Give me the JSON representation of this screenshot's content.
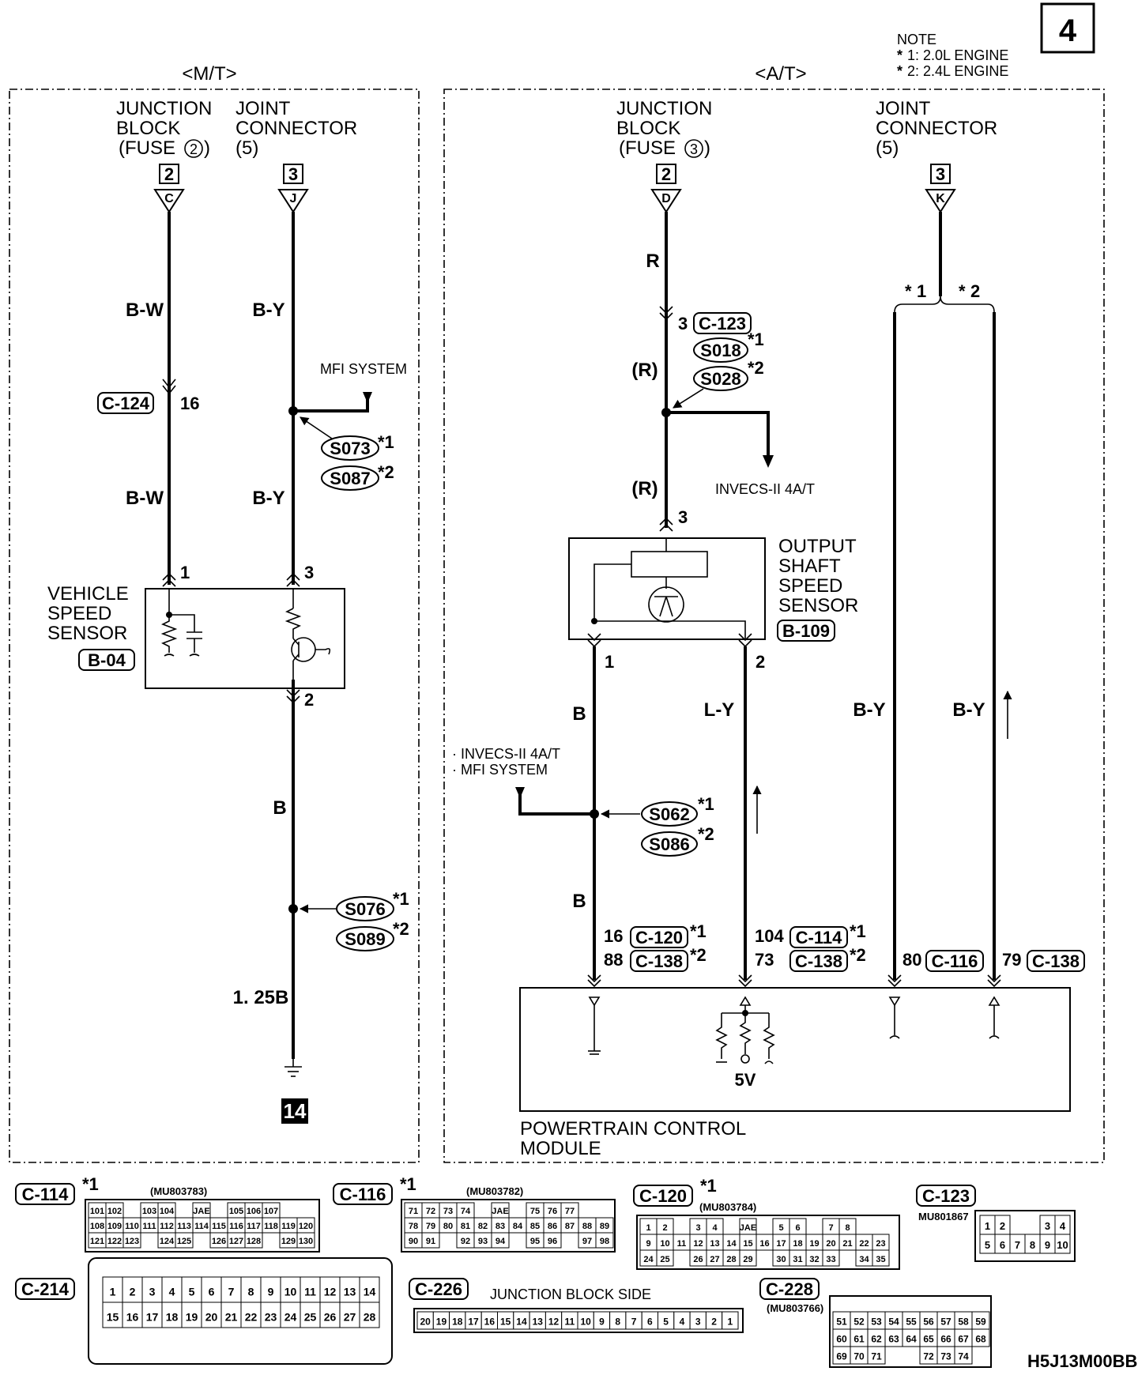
{
  "page_number": "4",
  "note": {
    "title": "NOTE",
    "line1": "1: 2.0L ENGINE",
    "line2": "2: 2.4L ENGINE"
  },
  "sections": {
    "mt": "<M/T>",
    "at": "<A/T>"
  },
  "mt": {
    "jb_line1": "JUNCTION",
    "jb_line2": "BLOCK",
    "jb_line3": "(FUSE",
    "jb_fuse": "2",
    "jc_line1": "JOINT",
    "jc_line2": "CONNECTOR",
    "jc_line3": "(5)",
    "conn1_num": "2",
    "conn1_letter": "C",
    "conn2_num": "3",
    "conn2_letter": "J",
    "wire_bw1": "B-W",
    "wire_by1": "B-Y",
    "c124": "C-124",
    "c124_pin": "16",
    "mfi": "MFI SYSTEM",
    "s073": "S073",
    "s087": "S087",
    "wire_bw2": "B-W",
    "wire_by2": "B-Y",
    "pin1": "1",
    "pin3": "3",
    "vss_line1": "VEHICLE",
    "vss_line2": "SPEED",
    "vss_line3": "SENSOR",
    "b04": "B-04",
    "pin2": "2",
    "wire_b": "B",
    "s076": "S076",
    "s089": "S089",
    "wire_125b": "1. 25B",
    "ground": "14"
  },
  "at": {
    "jb_line1": "JUNCTION",
    "jb_line2": "BLOCK",
    "jb_line3": "(FUSE",
    "jb_fuse": "3",
    "jc_line1": "JOINT",
    "jc_line2": "CONNECTOR",
    "jc_line3": "(5)",
    "conn1_num": "2",
    "conn1_letter": "D",
    "conn2_num": "3",
    "conn2_letter": "K",
    "wire_r": "R",
    "c123_pin": "3",
    "c123": "C-123",
    "s018": "S018",
    "s028": "S028",
    "wire_rp1": "(R)",
    "wire_rp2": "(R)",
    "invecs": "INVECS-II 4A/T",
    "oss_pin3": "3",
    "oss_line1": "OUTPUT",
    "oss_line2": "SHAFT",
    "oss_line3": "SPEED",
    "oss_line4": "SENSOR",
    "b109": "B-109",
    "oss_pin1": "1",
    "oss_pin2": "2",
    "star1": "1",
    "star2": "2",
    "wire_b1": "B",
    "wire_ly": "L-Y",
    "wire_by_a": "B-Y",
    "wire_by_b": "B-Y",
    "branch_line1": "· INVECS-II 4A/T",
    "branch_line2": "· MFI SYSTEM",
    "s062": "S062",
    "s086": "S086",
    "wire_b2": "B",
    "pin16": "16",
    "c120": "C-120",
    "pin88": "88",
    "c138a": "C-138",
    "pin104": "104",
    "c114": "C-114",
    "pin73": "73",
    "c138b": "C-138",
    "pin80": "80",
    "c116": "C-116",
    "pin79": "79",
    "c138c": "C-138",
    "five_v": "5V",
    "pcm_line1": "POWERTRAIN CONTROL",
    "pcm_line2": "MODULE"
  },
  "connectors": {
    "c114": {
      "label": "C-114",
      "part": "(MU803783)",
      "rows": [
        [
          "101",
          "102",
          "",
          "103",
          "104",
          "",
          "JAE",
          "",
          "105",
          "106",
          "107"
        ],
        [
          "108",
          "109",
          "110",
          "111",
          "112",
          "113",
          "114",
          "115",
          "116",
          "117",
          "118",
          "119",
          "120"
        ],
        [
          "121",
          "122",
          "123",
          "",
          "124",
          "125",
          "",
          "126",
          "127",
          "128",
          "",
          "129",
          "130"
        ]
      ]
    },
    "c116": {
      "label": "C-116",
      "part": "(MU803782)",
      "rows": [
        [
          "71",
          "72",
          "73",
          "74",
          "",
          "JAE",
          "",
          "75",
          "76",
          "77"
        ],
        [
          "78",
          "79",
          "80",
          "81",
          "82",
          "83",
          "84",
          "85",
          "86",
          "87",
          "88",
          "89"
        ],
        [
          "90",
          "91",
          "",
          "92",
          "93",
          "94",
          "",
          "95",
          "96",
          "",
          "97",
          "98"
        ]
      ]
    },
    "c120": {
      "label": "C-120",
      "part": "(MU803784)",
      "rows": [
        [
          "1",
          "2",
          "",
          "3",
          "4",
          "",
          "JAE",
          "",
          "5",
          "6",
          "",
          "7",
          "8"
        ],
        [
          "9",
          "10",
          "11",
          "12",
          "13",
          "14",
          "15",
          "16",
          "17",
          "18",
          "19",
          "20",
          "21",
          "22",
          "23"
        ],
        [
          "24",
          "25",
          "",
          "26",
          "27",
          "28",
          "29",
          "",
          "30",
          "31",
          "32",
          "33",
          "",
          "34",
          "35"
        ]
      ]
    },
    "c123": {
      "label": "C-123",
      "part": "MU801867",
      "rows": [
        [
          "1",
          "2",
          "",
          "",
          "3",
          "4"
        ],
        [
          "5",
          "6",
          "7",
          "8",
          "9",
          "10"
        ]
      ]
    },
    "c214": {
      "label": "C-214",
      "rows": [
        [
          "1",
          "2",
          "3",
          "4",
          "5",
          "6",
          "7",
          "8",
          "9",
          "10",
          "11",
          "12",
          "13",
          "14"
        ],
        [
          "15",
          "16",
          "17",
          "18",
          "19",
          "20",
          "21",
          "22",
          "23",
          "24",
          "25",
          "26",
          "27",
          "28"
        ]
      ]
    },
    "c226": {
      "label": "C-226",
      "caption": "JUNCTION BLOCK SIDE",
      "row": [
        "20",
        "19",
        "18",
        "17",
        "16",
        "15",
        "14",
        "13",
        "12",
        "11",
        "10",
        "9",
        "8",
        "7",
        "6",
        "5",
        "4",
        "3",
        "2",
        "1"
      ]
    },
    "c228": {
      "label": "C-228",
      "part": "(MU803766)",
      "rows": [
        [
          "51",
          "52",
          "53",
          "54",
          "55",
          "56",
          "57",
          "58",
          "59"
        ],
        [
          "60",
          "61",
          "62",
          "63",
          "64",
          "65",
          "66",
          "67",
          "68"
        ],
        [
          "69",
          "70",
          "71",
          "",
          "",
          "72",
          "73",
          "74"
        ]
      ]
    }
  },
  "figure_id": "H5J13M00BB"
}
